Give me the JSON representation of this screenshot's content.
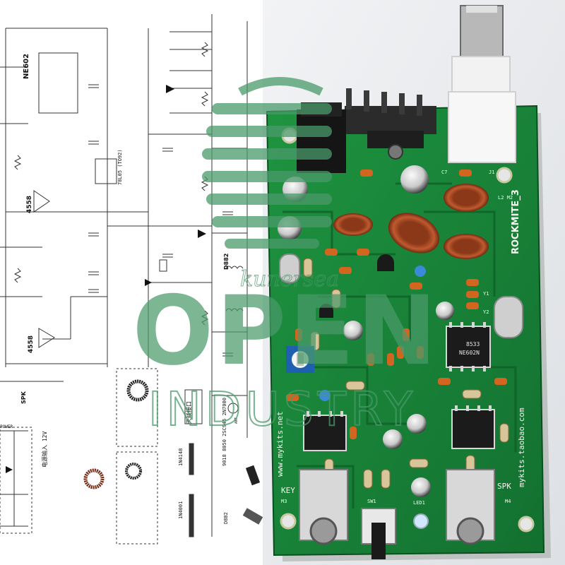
{
  "schematic": {
    "ic_top": "NE602",
    "opamp_1": "4558",
    "opamp_2": "4558",
    "regulator": "78L05 (TO92)",
    "transistor": "D882",
    "spk_label": "SPK",
    "power_label": "POWER",
    "diode_1": "1N4148",
    "diode_2": "1N4001",
    "transistor_parts": "9018 8050 2SC945 2N7000",
    "power_input_cn": "电源输入 12V",
    "antenna_cn": "天线接口",
    "transistor_d882": "D882",
    "ant_label": "ANT"
  },
  "board": {
    "title": "ROCKMITE_3",
    "website_left": "www.mykits.net",
    "website_right": "mykits.taobao.com",
    "ic_mark_1": "NE602N",
    "ic_mark_2": "8533",
    "key_label": "KEY",
    "spk_label": "SPK",
    "sw_label": "SW1",
    "led_label": "LED1",
    "m3_label": "M3",
    "m4_label": "M4",
    "j1_label": "J1",
    "l2_label": "L2 M2",
    "c7_label": "C7",
    "y_labels": [
      "Y1",
      "Y2"
    ]
  },
  "watermark": {
    "line1": "OPEN",
    "line2": "INDUSTRY",
    "script": "kunersea"
  },
  "colors": {
    "pcb_green": "#1c8a3a",
    "pcb_dark": "#0f6a2a",
    "watermark_green": "#4a9a6a",
    "silkscreen": "#f2f6ee",
    "toroid": "#b4512a",
    "ic_black": "#1b1b1b"
  }
}
